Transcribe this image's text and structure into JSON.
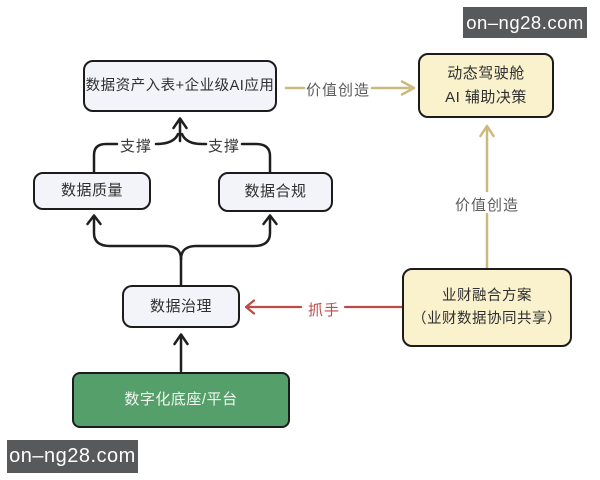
{
  "watermarks": {
    "top_right": "on–ng28.com",
    "bottom_left": "on–ng28.com"
  },
  "diagram": {
    "nodes": {
      "data_asset": {
        "label": "数据资产入表+企业级AI应用"
      },
      "cockpit": {
        "line1": "动态驾驶舱",
        "line2": "AI 辅助决策"
      },
      "quality": {
        "label": "数据质量"
      },
      "compliance": {
        "label": "数据合规"
      },
      "governance": {
        "label": "数据治理"
      },
      "finance": {
        "line1": "业财融合方案",
        "line2": "（业财数据协同共享）"
      },
      "platform": {
        "label": "数字化底座/平台"
      }
    },
    "edge_labels": {
      "value_creation_top": "价值创造",
      "value_creation_right": "价值创造",
      "support_left": "支撑",
      "support_right": "支撑",
      "grip": "抓手"
    },
    "colors": {
      "node_border": "#1c1c1c",
      "light_node_fill": "#f3f4f9",
      "yellow_node_fill": "#faf1cd",
      "green_node_fill": "#55a06a",
      "black_arrow": "#1f1f1f",
      "tan_arrow": "#ccba7c",
      "red_arrow": "#bf4b47",
      "gray_label": "#5d5d5d",
      "badge_background": "#58595b",
      "badge_text": "#ffffff"
    }
  }
}
